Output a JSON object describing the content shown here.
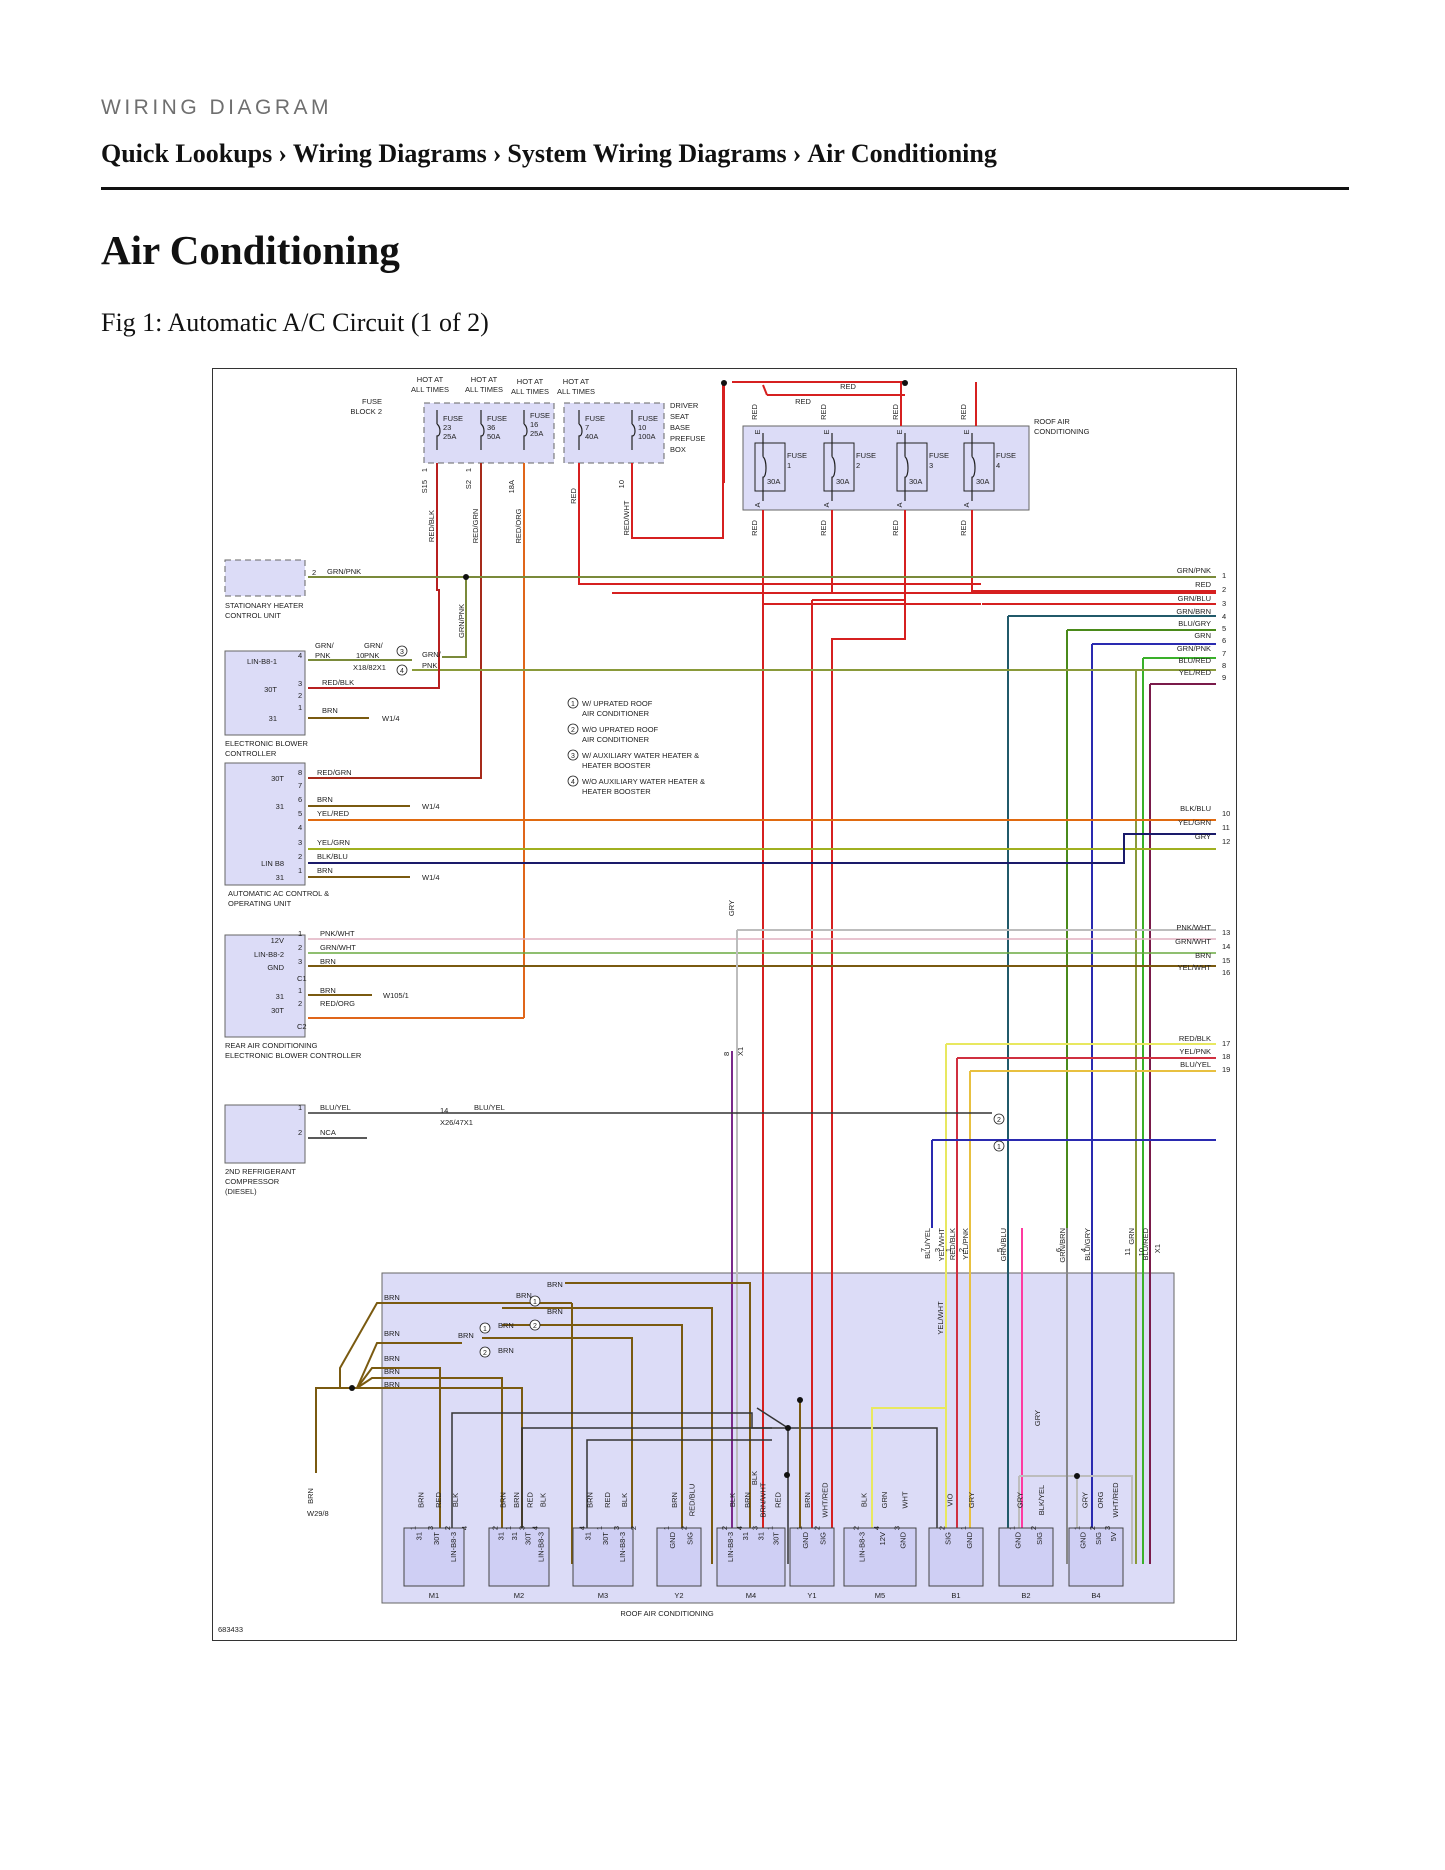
{
  "header": {
    "kicker": "WIRING DIAGRAM",
    "breadcrumb": [
      "Quick Lookups",
      "Wiring Diagrams",
      "System Wiring Diagrams",
      "Air Conditioning"
    ],
    "separator": "›"
  },
  "page": {
    "title": "Air Conditioning",
    "figure_caption": "Fig 1: Automatic A/C Circuit (1 of 2)"
  },
  "diagram": {
    "figure_id": "683433",
    "roof_label": "ROOF AIR CONDITIONING",
    "hot_labels": [
      "HOT AT",
      "ALL TIMES"
    ],
    "fuse_block_2": {
      "label": [
        "FUSE",
        "BLOCK 2"
      ],
      "fuses": [
        {
          "name": "FUSE",
          "num": "23",
          "amp": "25A"
        },
        {
          "name": "FUSE",
          "num": "36",
          "amp": "50A"
        },
        {
          "name": "FUSE",
          "num": "16",
          "amp": "25A"
        }
      ],
      "pins": [
        "1",
        "S15",
        "1",
        "S2",
        "18A"
      ]
    },
    "prefuse_box": {
      "label": [
        "DRIVER",
        "SEAT",
        "BASE",
        "PREFUSE",
        "BOX"
      ],
      "fuses": [
        {
          "name": "FUSE",
          "num": "7",
          "amp": "40A"
        },
        {
          "name": "FUSE",
          "num": "10",
          "amp": "100A"
        }
      ],
      "pin": "10"
    },
    "roof_fuses": {
      "label": [
        "ROOF AIR",
        "CONDITIONING"
      ],
      "fuses": [
        {
          "name": "FUSE",
          "num": "1",
          "amp": "30A"
        },
        {
          "name": "FUSE",
          "num": "2",
          "amp": "30A"
        },
        {
          "name": "FUSE",
          "num": "3",
          "amp": "30A"
        },
        {
          "name": "FUSE",
          "num": "4",
          "amp": "30A"
        }
      ],
      "pin_top": "E",
      "pin_bottom": "A"
    },
    "top_wire_labels": [
      "RED",
      "RED",
      "RED/BLK",
      "RED/GRN",
      "RED/ORG",
      "RED/WHT"
    ],
    "legend": [
      {
        "num": "1",
        "lines": [
          "W/ UPRATED ROOF",
          "AIR CONDITIONER"
        ]
      },
      {
        "num": "2",
        "lines": [
          "W/O UPRATED ROOF",
          "AIR CONDITIONER"
        ]
      },
      {
        "num": "3",
        "lines": [
          "W/ AUXILIARY WATER HEATER &",
          "HEATER BOOSTER"
        ]
      },
      {
        "num": "4",
        "lines": [
          "W/O AUXILIARY WATER HEATER &",
          "HEATER BOOSTER"
        ]
      }
    ],
    "components": {
      "stationary_heater": [
        "STATIONARY HEATER",
        "CONTROL UNIT"
      ],
      "blower_controller": [
        "ELECTRONIC BLOWER",
        "CONTROLLER"
      ],
      "blower_pins": [
        "LIN-B8-1",
        "30T",
        "31"
      ],
      "ac_control": [
        "AUTOMATIC AC CONTROL &",
        "OPERATING UNIT"
      ],
      "ac_pins": [
        "30T",
        "31",
        "LIN B8",
        "31"
      ],
      "rear_blower": [
        "REAR AIR CONDITIONING",
        "ELECTRONIC BLOWER CONTROLLER"
      ],
      "rear_pins": [
        "12V",
        "LIN-B8-2",
        "GND",
        "31",
        "30T"
      ],
      "rear_connectors": [
        "C1",
        "C2"
      ],
      "compressor": [
        "2ND REFRIGERANT",
        "COMPRESSOR",
        "(DIESEL)"
      ]
    },
    "left_wires": {
      "grn_pnk": "GRN/PNK",
      "grn_pnk_split": [
        "GRN/",
        "PNK"
      ],
      "pin_10": "10",
      "connector_x18": "X18/82X1",
      "red_blk": "RED/BLK",
      "brn": "BRN",
      "red_grn": "RED/GRN",
      "yel_red": "YEL/RED",
      "yel_grn": "YEL/GRN",
      "blk_blu": "BLK/BLU",
      "pnk_wht": "PNK/WHT",
      "grn_wht": "GRN/WHT",
      "red_org": "RED/ORG",
      "blu_yel": "BLU/YEL",
      "nca": "NCA",
      "connector_x26": "X26/47X1",
      "pin_14": "14",
      "gnd_w14": "W1/4",
      "gnd_w105": "W105/1",
      "gnd_w29": "W29/8",
      "gry": "GRY"
    },
    "right_edge": [
      {
        "label": "GRN/PNK",
        "num": "1"
      },
      {
        "label": "RED",
        "num": "2"
      },
      {
        "label": "GRN/BLU",
        "num": "3"
      },
      {
        "label": "GRN/BRN",
        "num": "4"
      },
      {
        "label": "BLU/GRY",
        "num": "5"
      },
      {
        "label": "GRN",
        "num": "6"
      },
      {
        "label": "GRN/PNK",
        "num": "7"
      },
      {
        "label": "BLU/RED",
        "num": "8"
      },
      {
        "label": "YEL/RED",
        "num": "9"
      },
      {
        "label": "BLK/BLU",
        "num": "10"
      },
      {
        "label": "YEL/GRN",
        "num": "11"
      },
      {
        "label": "GRY",
        "num": "12"
      },
      {
        "label": "PNK/WHT",
        "num": "13"
      },
      {
        "label": "GRN/WHT",
        "num": "14"
      },
      {
        "label": "BRN",
        "num": "15"
      },
      {
        "label": "YEL/WHT",
        "num": "16"
      },
      {
        "label": "RED/BLK",
        "num": "17"
      },
      {
        "label": "YEL/PNK",
        "num": "18"
      },
      {
        "label": "BLU/YEL",
        "num": "19"
      }
    ],
    "x1_connector": {
      "name": "X1",
      "pins": [
        {
          "pin": "7",
          "wire": "BLU/YEL"
        },
        {
          "pin": "3",
          "wire": "YEL/WHT"
        },
        {
          "pin": "1",
          "wire": "RED/BLK"
        },
        {
          "pin": "2",
          "wire": "YEL/PNK"
        },
        {
          "pin": "5",
          "wire": "GRN/BLU"
        },
        {
          "pin": "6",
          "wire": "GRN/BRN"
        },
        {
          "pin": "4",
          "wire": "BLU/GRY"
        },
        {
          "pin": "11",
          "wire": "GRN"
        },
        {
          "pin": "10",
          "wire": "BLU/RED"
        }
      ],
      "gry_pin": "8"
    },
    "motors": [
      {
        "name": "M1",
        "pins": [
          "31",
          "30T",
          "LIN-B8-3"
        ],
        "nums": [
          "1",
          "3",
          "2",
          "4"
        ],
        "wires": [
          "BRN",
          "RED",
          "BLK"
        ]
      },
      {
        "name": "M2",
        "pins": [
          "31",
          "31",
          "30T",
          "LIN-B8-3"
        ],
        "nums": [
          "2",
          "1",
          "3",
          "4"
        ],
        "wires": [
          "BRN",
          "BRN",
          "RED",
          "BLK"
        ]
      },
      {
        "name": "M3",
        "pins": [
          "31",
          "30T",
          "LIN-B8-3"
        ],
        "nums": [
          "4",
          "1",
          "3",
          "2"
        ],
        "wires": [
          "BRN",
          "RED",
          "BLK"
        ]
      },
      {
        "name": "Y2",
        "pins": [
          "GND",
          "SIG"
        ],
        "nums": [
          "1",
          "2"
        ],
        "wires": [
          "BRN",
          "RED/BLU"
        ]
      },
      {
        "name": "M4",
        "pins": [
          "LIN-B8-3",
          "31",
          "31",
          "30T"
        ],
        "nums": [
          "2",
          "4",
          "3",
          "1"
        ],
        "wires": [
          "BLK",
          "BRN",
          "BRN/WHT",
          "RED"
        ]
      },
      {
        "name": "Y1",
        "pins": [
          "GND",
          "SIG"
        ],
        "nums": [
          "1",
          "2"
        ],
        "wires": [
          "BRN",
          "WHT/RED"
        ]
      },
      {
        "name": "M5",
        "pins": [
          "LIN-B8-3",
          "12V",
          "GND"
        ],
        "nums": [
          "2",
          "4",
          "3"
        ],
        "wires": [
          "BLK",
          "GRN",
          "WHT"
        ]
      },
      {
        "name": "B1",
        "pins": [
          "SIG",
          "GND"
        ],
        "nums": [
          "2",
          "1"
        ],
        "wires": [
          "VIO",
          "GRY"
        ]
      },
      {
        "name": "B2",
        "pins": [
          "GND",
          "SIG"
        ],
        "nums": [
          "1",
          "2"
        ],
        "wires": [
          "GRY",
          "BLK/YEL"
        ]
      },
      {
        "name": "B4",
        "pins": [
          "GND",
          "SIG",
          "5V"
        ],
        "nums": [
          "1",
          "2",
          "3"
        ],
        "wires": [
          "GRY",
          "ORG",
          "WHT/RED"
        ]
      }
    ],
    "inner_labels": [
      "BRN",
      "BLK",
      "GRY",
      "YEL/WHT"
    ]
  }
}
